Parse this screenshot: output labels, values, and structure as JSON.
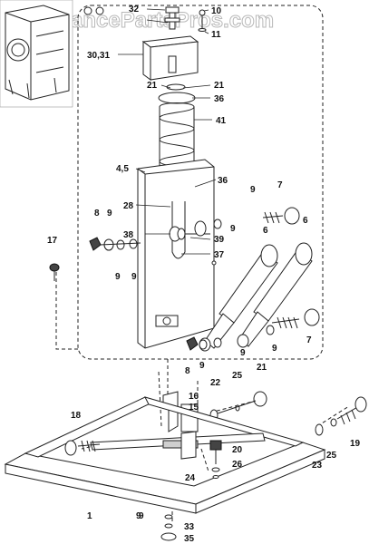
{
  "watermark": "AppliancePartsPros.com",
  "labels": [
    {
      "id": "32",
      "text": "32"
    },
    {
      "id": "10",
      "text": "10"
    },
    {
      "id": "11",
      "text": "11"
    },
    {
      "id": "30-31",
      "text": "30,31"
    },
    {
      "id": "21a",
      "text": "21"
    },
    {
      "id": "21b",
      "text": "21"
    },
    {
      "id": "36a",
      "text": "36"
    },
    {
      "id": "41",
      "text": "41"
    },
    {
      "id": "4-5",
      "text": "4,5"
    },
    {
      "id": "36b",
      "text": "36"
    },
    {
      "id": "28",
      "text": "28"
    },
    {
      "id": "9a",
      "text": "9"
    },
    {
      "id": "7a",
      "text": "7"
    },
    {
      "id": "8a",
      "text": "8"
    },
    {
      "id": "9b",
      "text": "9"
    },
    {
      "id": "38",
      "text": "38"
    },
    {
      "id": "9c",
      "text": "9"
    },
    {
      "id": "6a",
      "text": "6"
    },
    {
      "id": "6b",
      "text": "6"
    },
    {
      "id": "39",
      "text": "39"
    },
    {
      "id": "17",
      "text": "17"
    },
    {
      "id": "37",
      "text": "37"
    },
    {
      "id": "9d",
      "text": "9"
    },
    {
      "id": "9e",
      "text": "9"
    },
    {
      "id": "9f",
      "text": "9"
    },
    {
      "id": "9g",
      "text": "9"
    },
    {
      "id": "7b",
      "text": "7"
    },
    {
      "id": "8b",
      "text": "8"
    },
    {
      "id": "9h",
      "text": "9"
    },
    {
      "id": "22",
      "text": "22"
    },
    {
      "id": "25a",
      "text": "25"
    },
    {
      "id": "21c",
      "text": "21"
    },
    {
      "id": "16",
      "text": "16"
    },
    {
      "id": "15",
      "text": "15"
    },
    {
      "id": "18",
      "text": "18"
    },
    {
      "id": "9i",
      "text": "9"
    },
    {
      "id": "20",
      "text": "20"
    },
    {
      "id": "26",
      "text": "26"
    },
    {
      "id": "23",
      "text": "23"
    },
    {
      "id": "25b",
      "text": "25"
    },
    {
      "id": "19",
      "text": "19"
    },
    {
      "id": "24",
      "text": "24"
    },
    {
      "id": "1",
      "text": "1"
    },
    {
      "id": "9j",
      "text": "9"
    },
    {
      "id": "33",
      "text": "33"
    },
    {
      "id": "35",
      "text": "35"
    }
  ]
}
